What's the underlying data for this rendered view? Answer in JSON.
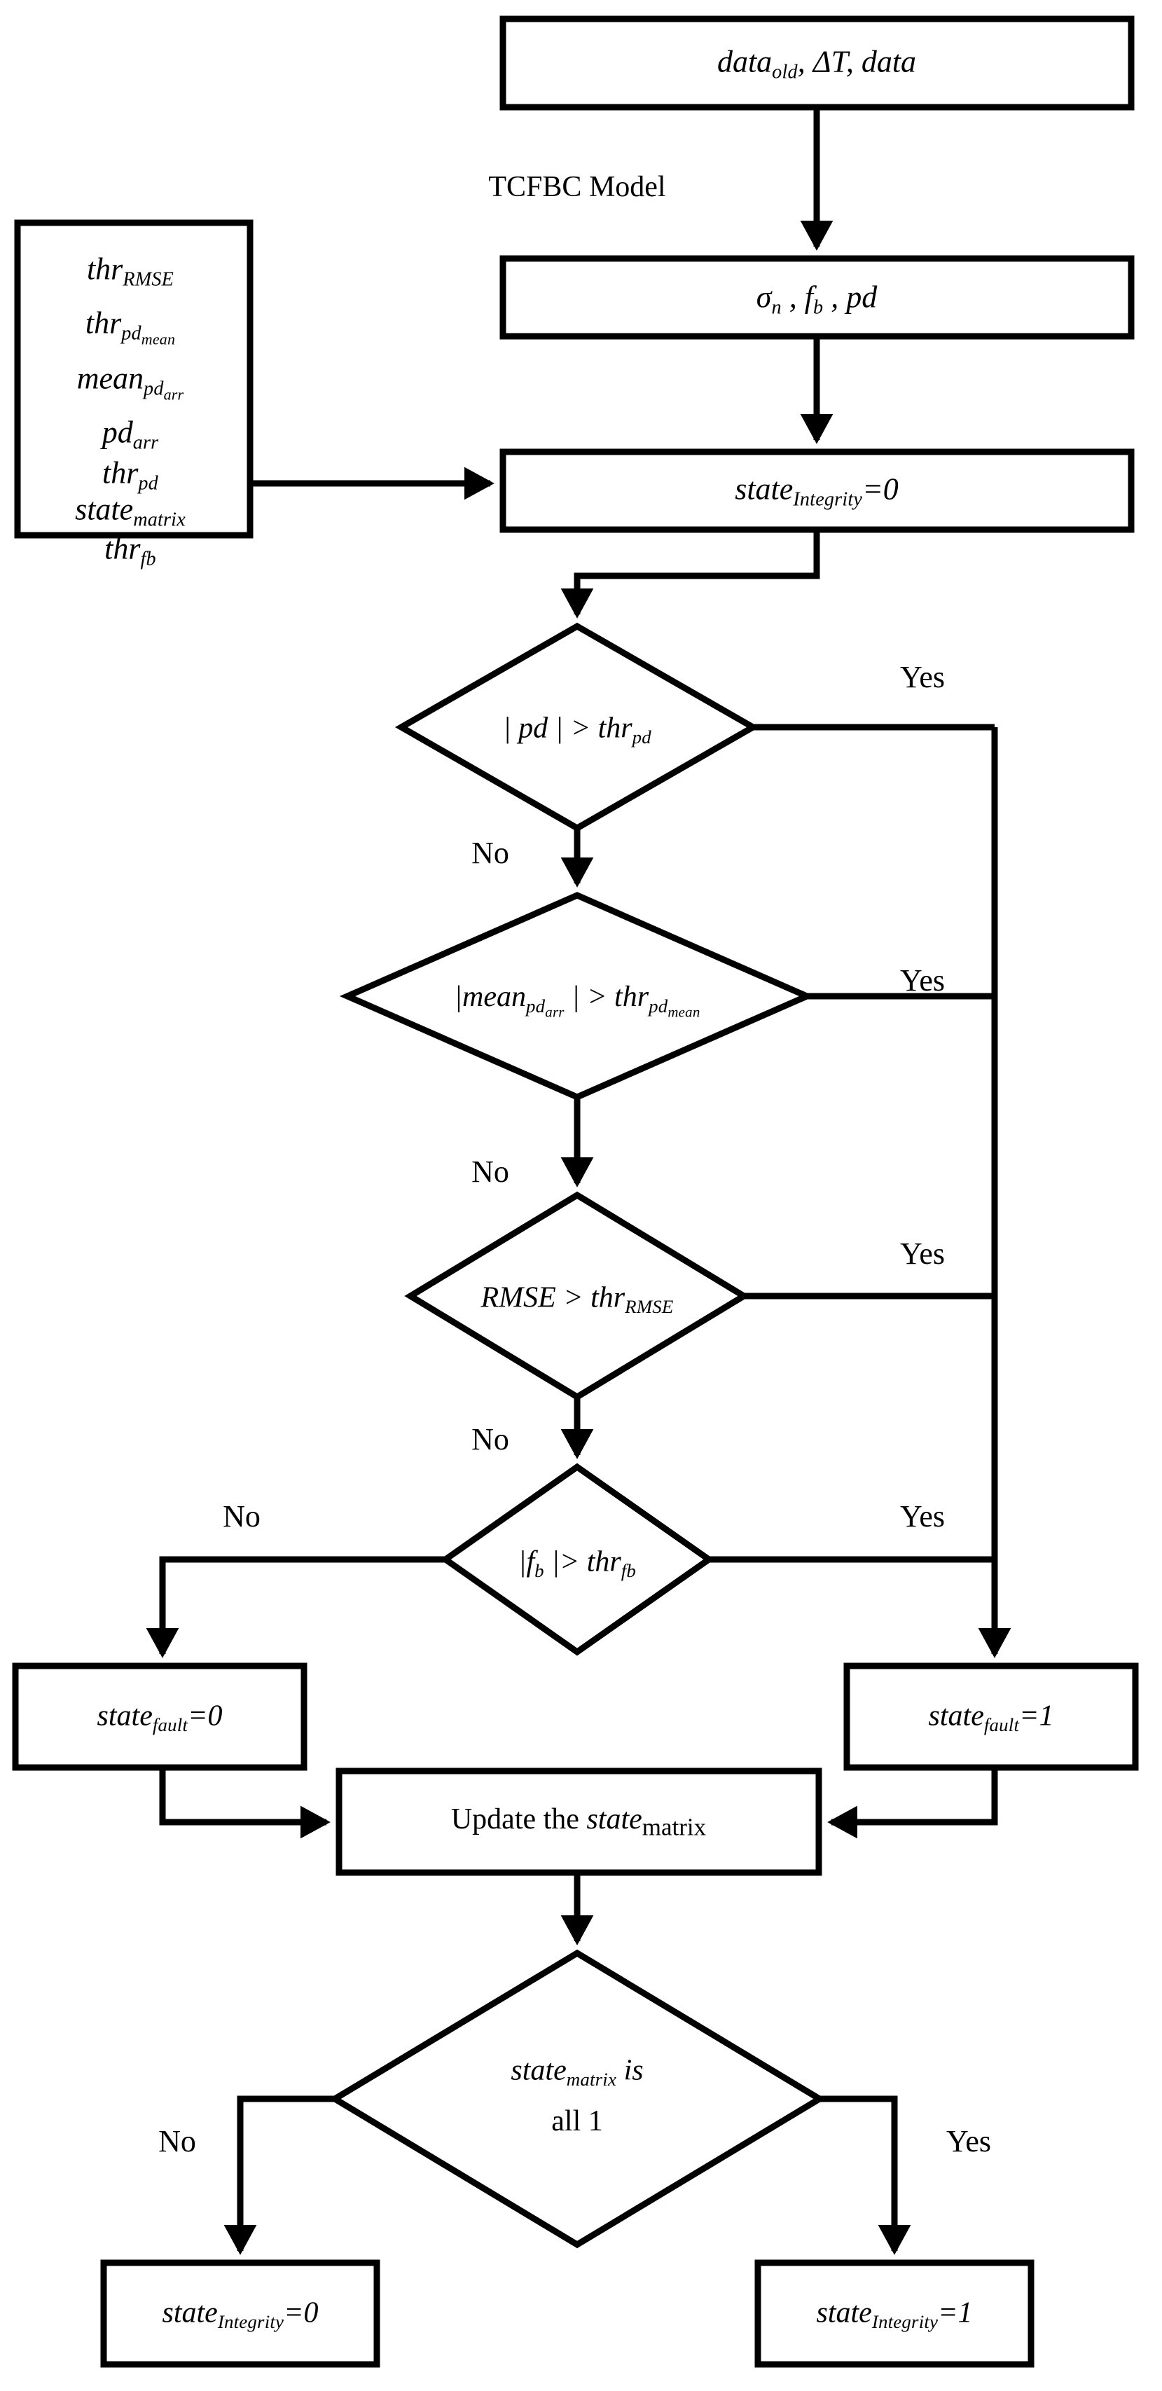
{
  "diagram": {
    "title_label": "TCFBC Model",
    "nodes": {
      "input_box": {
        "text": "data_old, ΔT, data",
        "html": "<i>data</i><sub>old</sub>, &Delta;<i>T</i>, <i>data</i>"
      },
      "model_output_box": {
        "text": "σ_n , f_b , pd",
        "html": "&sigma;<sub>n</sub> , <i>f</i><sub>b</sub> , <i>pd</i>"
      },
      "param_box": {
        "items": [
          {
            "text": "thr_RMSE",
            "html": "<i>thr</i><sub>RMSE</sub>"
          },
          {
            "text": "thr_pd_mean",
            "html": "<i>thr</i><sub>pd<sub>mean</sub></sub>"
          },
          {
            "text": "mean_pd_arr",
            "html": "<i>mean</i><sub>pd<sub>arr</sub></sub>"
          },
          {
            "text": "pd_arr",
            "html": "<i>pd</i><sub>arr</sub>"
          },
          {
            "text": "thr_pd",
            "html": "<i>thr</i><sub>pd</sub>"
          },
          {
            "text": "state_matrix",
            "html": "<i>state</i><sub>matrix</sub>"
          },
          {
            "text": "thr_fb",
            "html": "<i>thr</i><sub>fb</sub>"
          }
        ]
      },
      "init_box": {
        "text": "state_Integrity=0",
        "html": "<i>state</i><sub>Integrity</sub>=0"
      },
      "decision_pd": {
        "text": "| pd | > thr_pd",
        "html": "| <i>pd</i> | &gt; <i>thr</i><sub>pd</sub>"
      },
      "decision_mean": {
        "text": "|mean_pd_arr| > thr_pd_mean",
        "html": "|<i>mean</i><sub>pd<sub>arr</sub></sub> | &gt; <i>thr</i><sub>pd<sub>mean</sub></sub>"
      },
      "decision_rmse": {
        "text": "RMSE > thr_RMSE",
        "html": "<i>RMSE</i> &gt; <i>thr</i><sub>RMSE</sub>"
      },
      "decision_fb": {
        "text": "|f_b |> thr_fb",
        "html": "|<i>f</i><sub>b</sub> |&gt; <i>thr</i><sub>fb</sub>"
      },
      "fault_zero_box": {
        "text": "state_fault=0",
        "html": "<i>state</i><sub>fault</sub>=0"
      },
      "fault_one_box": {
        "text": "state_fault=1",
        "html": "<i>state</i><sub>fault</sub>=1"
      },
      "update_box": {
        "text": "Update the state_matrix",
        "html": "Update the <i>state</i><sub>matrix</sub>"
      },
      "decision_all_one": {
        "text": "state_matrix is all 1",
        "line1_html": "<i>state</i><sub>matrix</sub> is",
        "line2_html": "all 1"
      },
      "integrity_zero_box": {
        "text": "state_Integrity=0",
        "html": "<i>state</i><sub>Integrity</sub>=0"
      },
      "integrity_one_box": {
        "text": "state_Integrity=1",
        "html": "<i>state</i><sub>Integrity</sub>=1"
      }
    },
    "edge_labels": {
      "pd_yes": "Yes",
      "pd_no": "No",
      "mean_yes": "Yes",
      "mean_no": "No",
      "rmse_yes": "Yes",
      "rmse_no": "No",
      "fb_yes": "Yes",
      "fb_no": "No",
      "all_one_no": "No",
      "all_one_yes": "Yes"
    },
    "colors": {
      "stroke": "#000000",
      "fill": "#ffffff",
      "background": "#ffffff"
    }
  }
}
